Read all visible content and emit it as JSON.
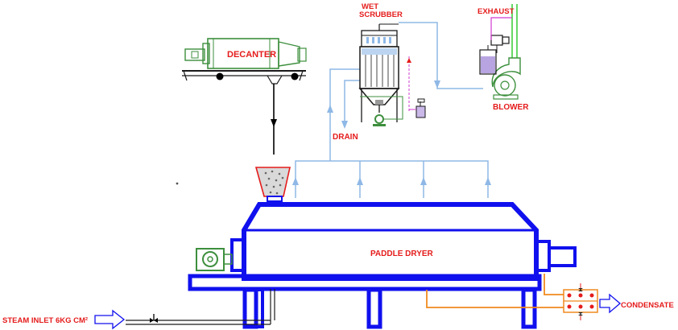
{
  "labels": {
    "decanter": "DECANTER",
    "wet_scrubber_line1": "WET",
    "wet_scrubber_line2": "SCRUBBER",
    "exhaust": "EXHAUST",
    "blower": "BLOWER",
    "drain": "DRAIN",
    "paddle_dryer": "PADDLE DRYER",
    "steam_inlet": "STEAM INLET 6KG CM²",
    "condensate": "CONDENSATE"
  },
  "colors": {
    "dryer_blue": "#1010ee",
    "vapor_line": "#8fb8e6",
    "label_red": "#e51b1b",
    "decanter_green": "#3d8f3d",
    "exhaust_green": "#33cc33",
    "condensate_orange": "#f08a1e",
    "scrubber_outline": "#1a1a1a",
    "magenta_line": "#d23bd2"
  }
}
